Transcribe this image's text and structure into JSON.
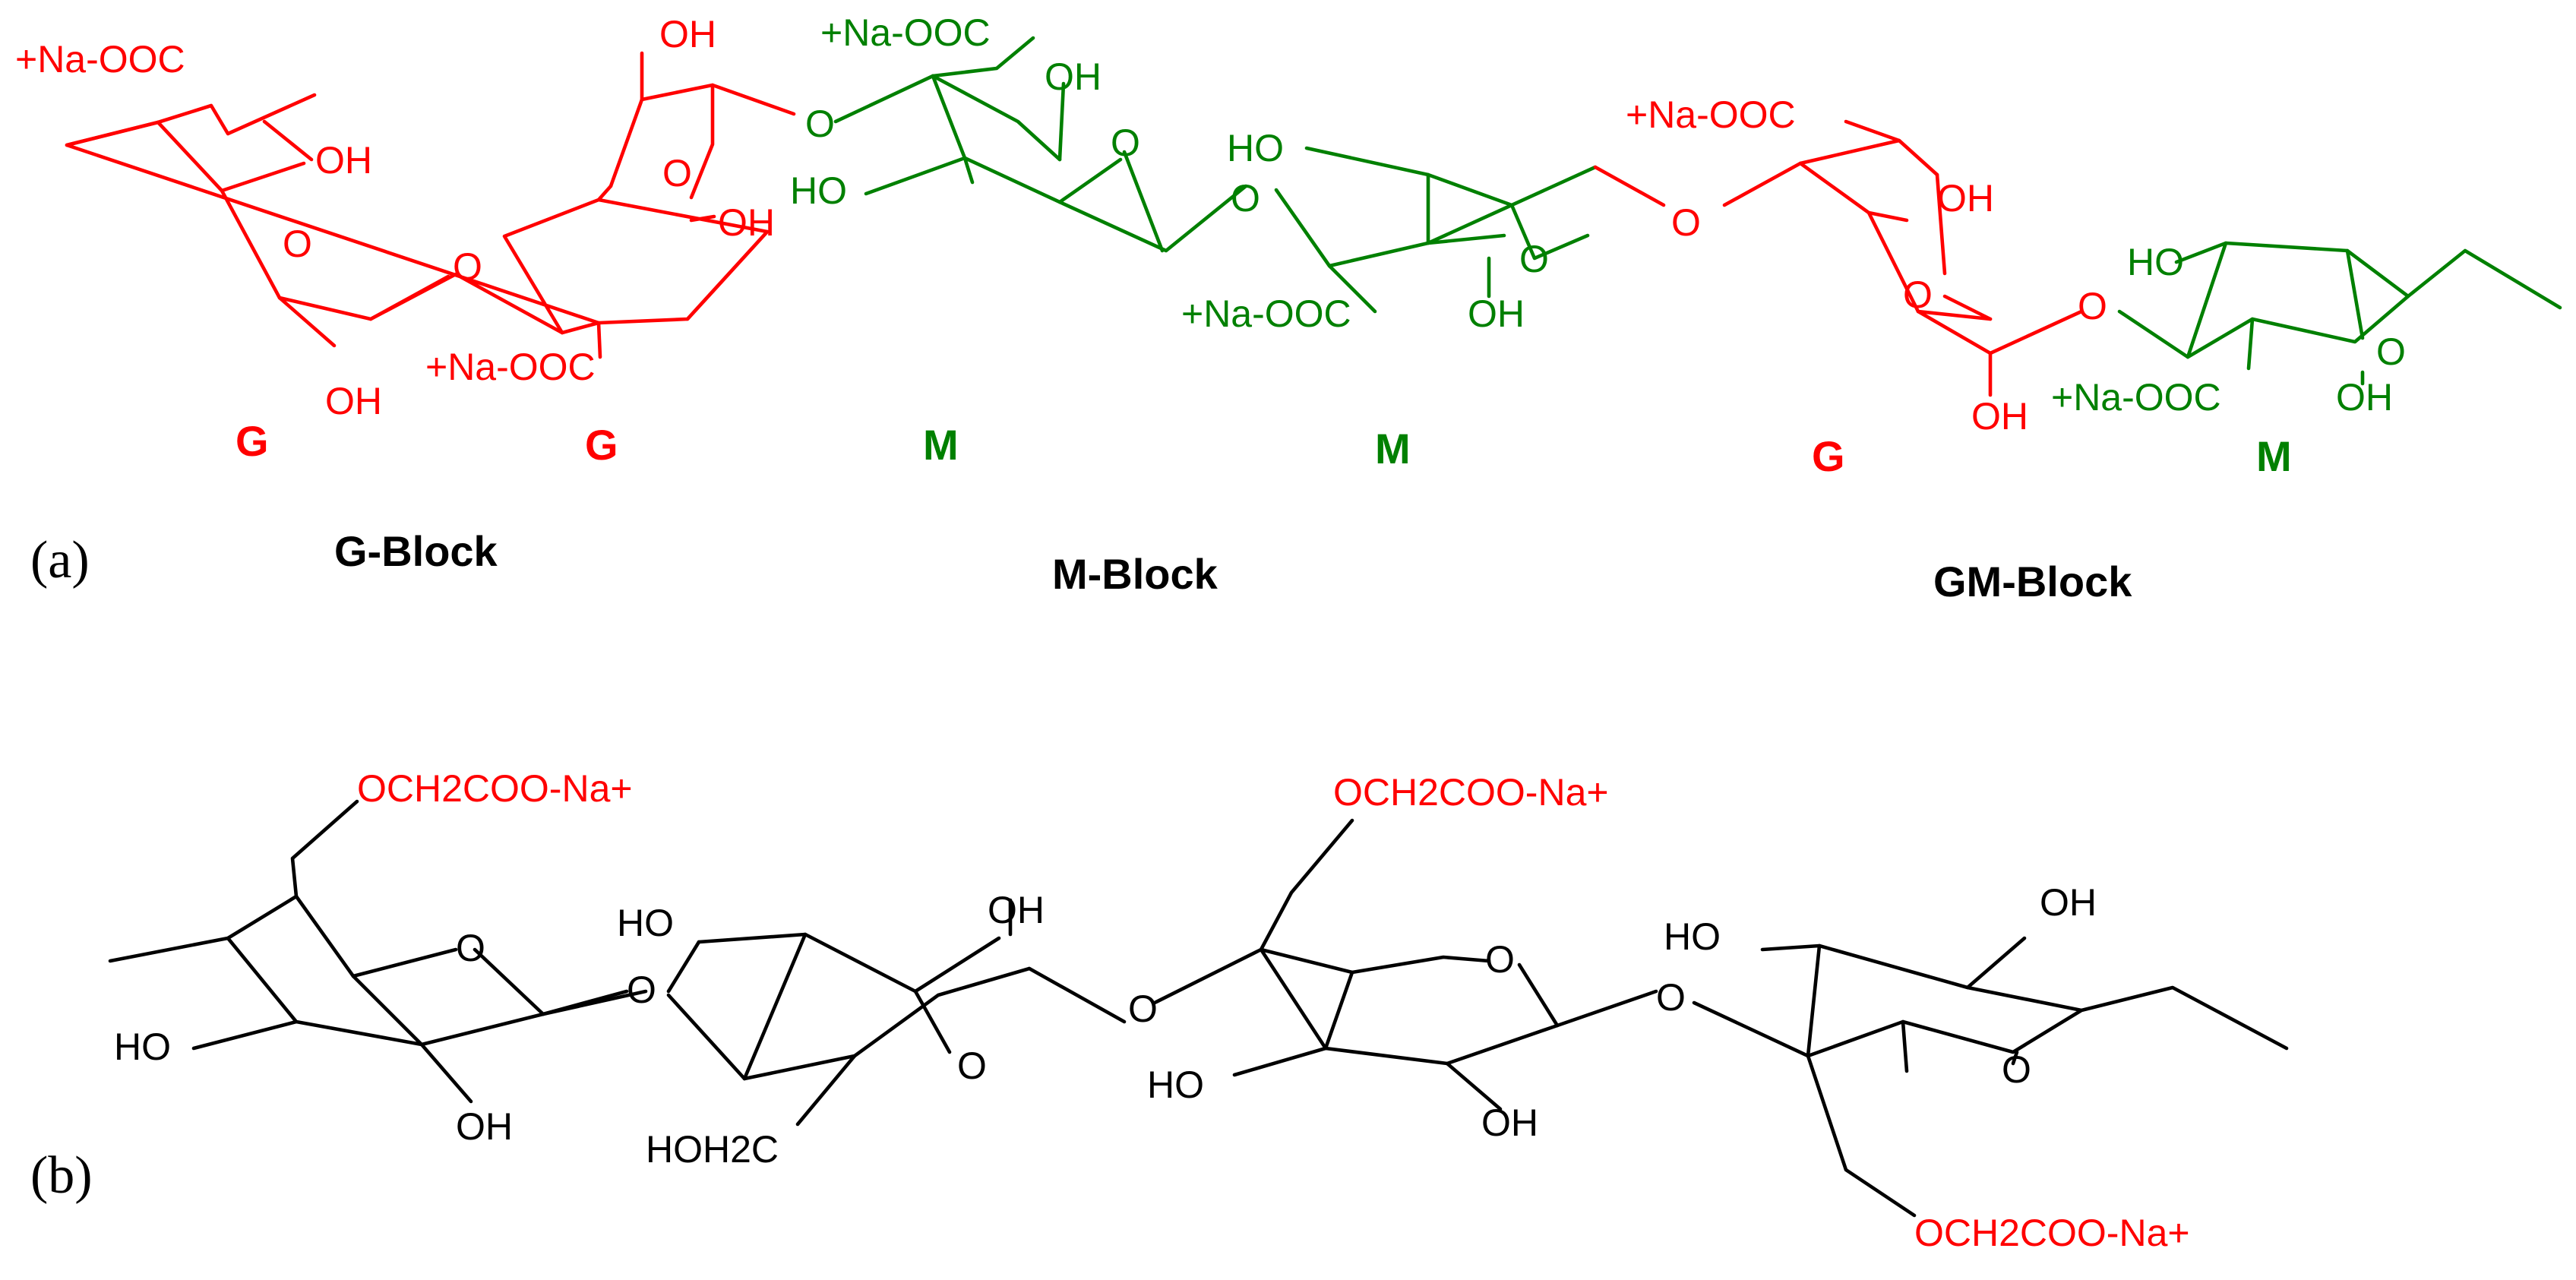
{
  "colors": {
    "g_unit": "#ff0000",
    "m_unit": "#008000",
    "black": "#000000"
  },
  "panel_a": {
    "label": "(a)",
    "groups": {
      "sodium_carboxylate": "+Na-OOC",
      "hydroxyl": "OH",
      "hydroxyl_left": "HO",
      "ring_oxygen": "O",
      "bridge_oxygen": "O"
    },
    "units": [
      "G",
      "G",
      "M",
      "M",
      "G",
      "M"
    ],
    "blocks": {
      "g_block": "G-Block",
      "m_block": "M-Block",
      "gm_block": "GM-Block"
    }
  },
  "panel_b": {
    "label": "(b)",
    "groups": {
      "carboxymethyl": "OCH2COO-Na+",
      "hydroxymethyl": "HOH2C",
      "hydroxyl": "OH",
      "hydroxyl_left": "HO",
      "ring_oxygen": "O"
    }
  }
}
